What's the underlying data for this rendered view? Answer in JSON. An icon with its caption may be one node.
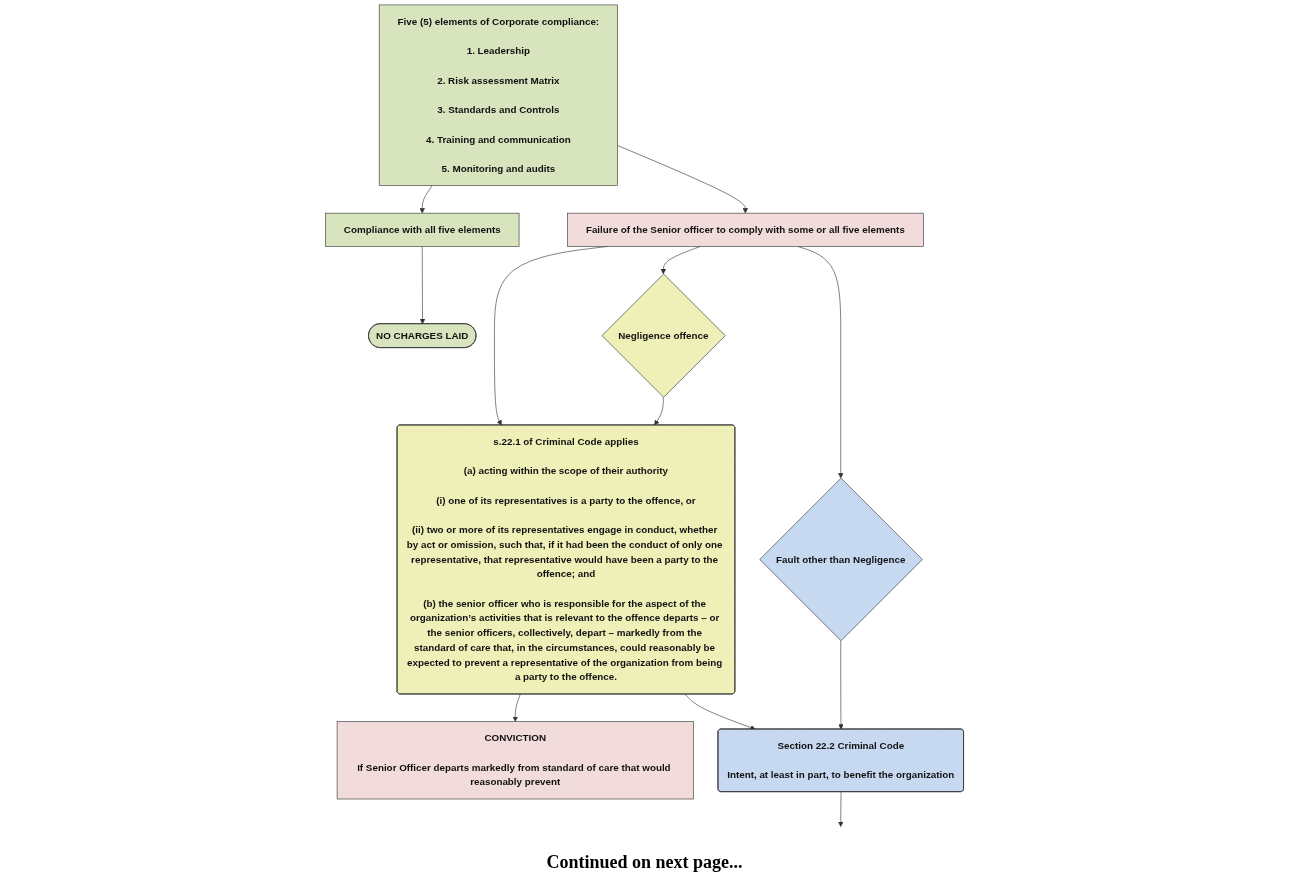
{
  "diagram": {
    "nodes": [
      {
        "text": [
          "Five (5) elements of Corporate compliance:",
          "1. Leadership",
          "2. Risk assessment Matrix",
          "3. Standards and Controls",
          "4. Training and communication",
          "5. Monitoring and audits"
        ]
      },
      {
        "text": [
          "Failure of the Senior officer to comply with some or all five elements"
        ]
      },
      {
        "text": [
          "Compliance with all five elements"
        ]
      },
      {
        "text": [
          "NO CHARGES LAID"
        ]
      },
      {
        "text": [
          "s.22.1 of Criminal Code applies",
          "(a) acting within the scope of their authority",
          "(i) one of its representatives is a party to the offence, or",
          "(ii) two or more of its representatives engage in conduct, whether by act or omission, such that, if it had been the conduct of only one representative, that representative would have been a party to the offence; and",
          "(b) the senior officer who is responsible for the aspect of the organization’s activities that is relevant to the offence departs – or the senior officers, collectively, depart – markedly from the standard of care that, in the circumstances, could reasonably be expected to prevent a representative of the organization from being a party to the offence."
        ]
      },
      {
        "text": [
          "Negligence offence"
        ]
      },
      {
        "text": [
          "CONVICTION",
          "If Senior Officer departs markedly from standard of care that would reasonably prevent"
        ]
      },
      {
        "text": [
          "Fault other than Negligence"
        ]
      },
      {
        "text": [
          "Section 22.2 Criminal Code",
          "Intent, at least in part, to benefit the organization"
        ]
      }
    ],
    "edges": [
      {
        "from": 0,
        "to": 1,
        "arrow": "to"
      },
      {
        "from": 0,
        "to": 2,
        "arrow": "to"
      },
      {
        "from": 2,
        "to": 3,
        "arrow": "to"
      },
      {
        "from": 1,
        "to": 4,
        "arrow": "to"
      },
      {
        "from": 1,
        "to": 5,
        "arrow": "to"
      },
      {
        "from": 5,
        "to": 4,
        "arrow": "to"
      },
      {
        "from": 4,
        "to": 6,
        "arrow": "to"
      },
      {
        "from": 4,
        "to": 8,
        "arrow": "to"
      },
      {
        "from": 1,
        "to": 7,
        "arrow": "to"
      },
      {
        "from": 7,
        "to": 8,
        "arrow": "to"
      },
      {
        "from": 8,
        "to": null,
        "arrow": "to"
      }
    ],
    "labels": [
      "Continued on next page..."
    ]
  }
}
